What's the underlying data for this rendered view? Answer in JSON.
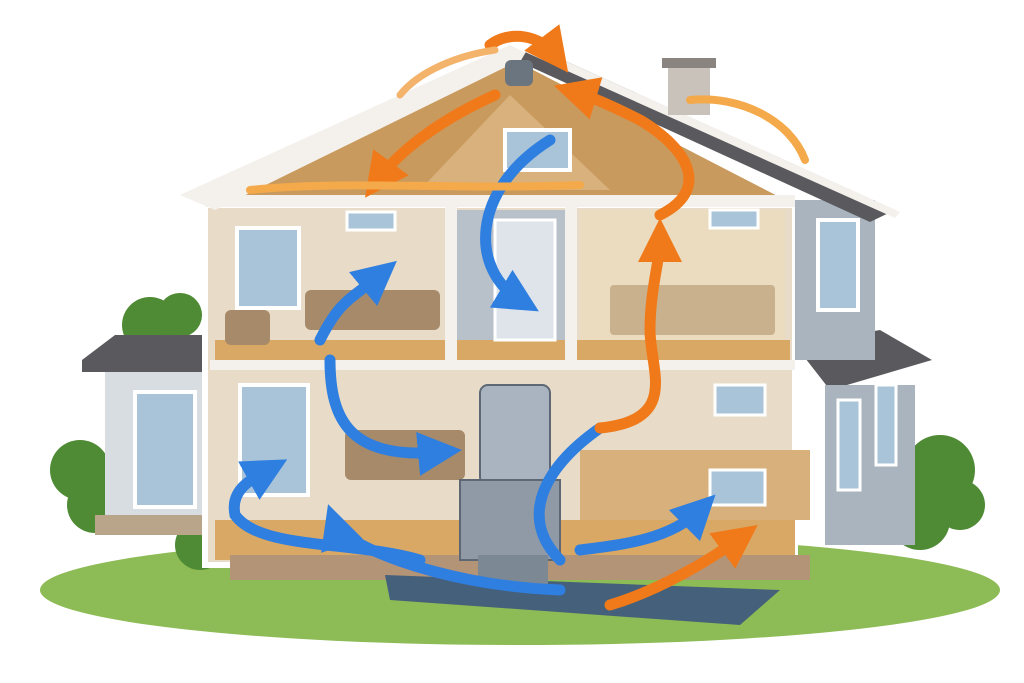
{
  "illustration": {
    "subject": "house-cutaway-airflow",
    "colors": {
      "background": "#ffffff",
      "grass": "#7fb04a",
      "roof_shingle": "#5a5a5e",
      "siding": "#b9c0c8",
      "interior_wall": "#e8dcc8",
      "floor_wood": "#d9a865",
      "attic_wood": "#c99a5e",
      "furnace_metal": "#8f9aa6",
      "cool_air_arrow": "#2f7fe0",
      "warm_air_arrow": "#f07a1a",
      "shrub": "#4f8a35"
    },
    "icons": [
      "cool-air-arrow",
      "warm-air-arrow",
      "furnace",
      "roof-vent",
      "chimney"
    ]
  }
}
